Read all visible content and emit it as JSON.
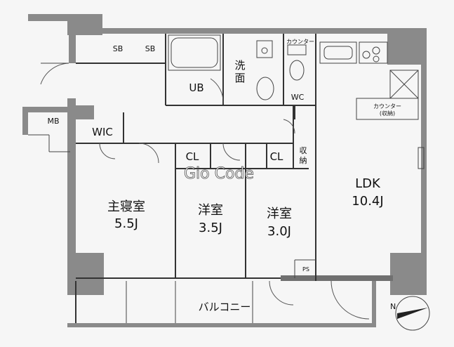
{
  "labels": {
    "sb1": "SB",
    "sb2": "SB",
    "counter_top": "カウンター",
    "ub": "UB",
    "senmen_1": "洗",
    "senmen_2": "面",
    "wc": "WC",
    "counter_storage_1": "カウンター",
    "counter_storage_2": "(収納)",
    "mb": "MB",
    "wic": "WIC",
    "cl1": "CL",
    "cl2": "CL",
    "shuno_1": "収",
    "shuno_2": "納",
    "bedroom_name": "主寝室",
    "bedroom_size": "5.5J",
    "room2_name": "洋室",
    "room2_size": "3.5J",
    "room3_name": "洋室",
    "room3_size": "3.0J",
    "ldk_name": "LDK",
    "ldk_size": "10.4J",
    "ps": "PS",
    "balcony": "バルコニー",
    "north": "N"
  },
  "watermark": "Gio Code"
}
